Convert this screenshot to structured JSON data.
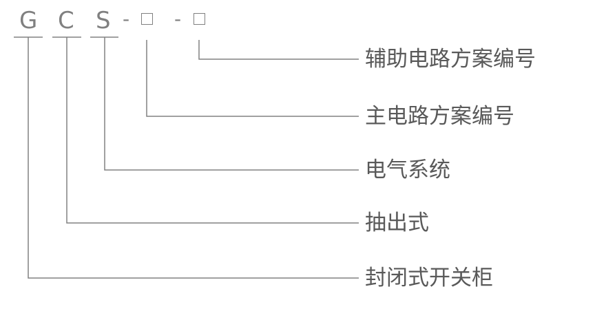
{
  "code": {
    "letters": [
      "G",
      "C",
      "S"
    ],
    "dash": "-",
    "placeholder": "□"
  },
  "descriptions": [
    "辅助电路方案编号",
    "主电路方案编号",
    "电气系统",
    "抽出式",
    "封闭式开关柜"
  ],
  "colors": {
    "line": "#808080",
    "code_text": "#808080",
    "desc_text": "#595959"
  }
}
